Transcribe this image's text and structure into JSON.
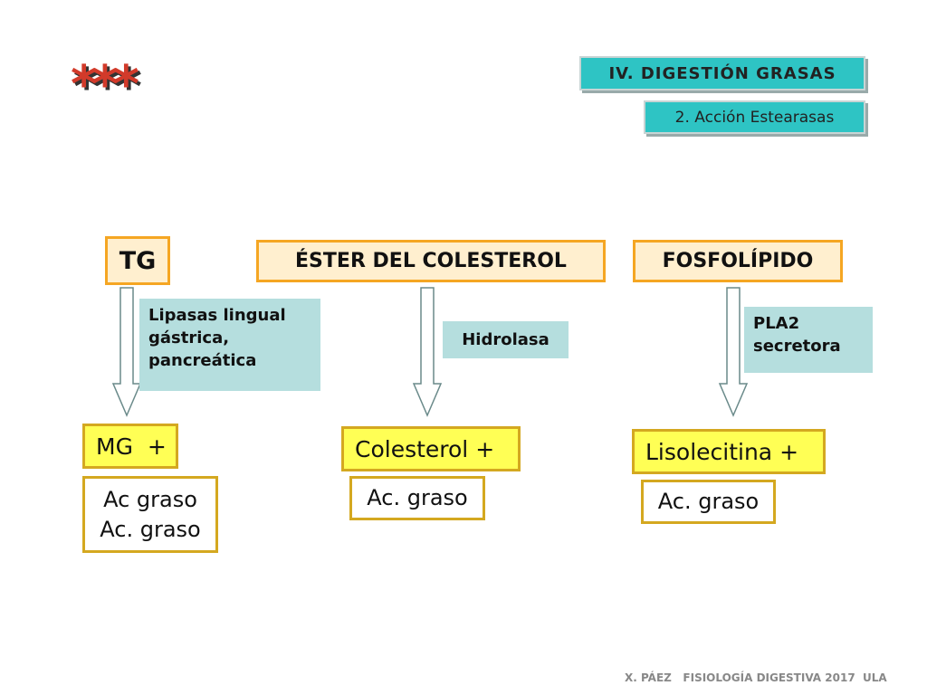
{
  "header": {
    "section_title": "IV. DIGESTIÓN GRASAS",
    "subsection_title": "2. Acción Estearasas",
    "stars": "***"
  },
  "substrates": {
    "tg": "TG",
    "ester": "ÉSTER DEL COLESTEROL",
    "fosfolipido": "FOSFOLÍPIDO"
  },
  "enzymes": {
    "lipasas_line1": "Lipasas lingual",
    "lipasas_line2": "gástrica,",
    "lipasas_line3": "pancreática",
    "hidrolasa": "Hidrolasa",
    "pla2_line1": "PLA2",
    "pla2_line2": "secretora"
  },
  "products": {
    "mg": "MG  +",
    "colesterol": "Colesterol +",
    "lisolecitina": "Lisolecitina +"
  },
  "acids": {
    "tg_line1": "Ac graso",
    "tg_line2": "Ac. graso",
    "colesterol": "Ac. graso",
    "lisolecitina": "Ac. graso"
  },
  "colors": {
    "header_tag": "#2ec4c4",
    "substrate_border": "#f5a623",
    "enzyme_fill": "#b5dede",
    "product_fill": "#ffff55",
    "stars": "#d23a2a"
  },
  "footer": "X. PÁEZ   FISIOLOGÍA DIGESTIVA 2017  ULA"
}
